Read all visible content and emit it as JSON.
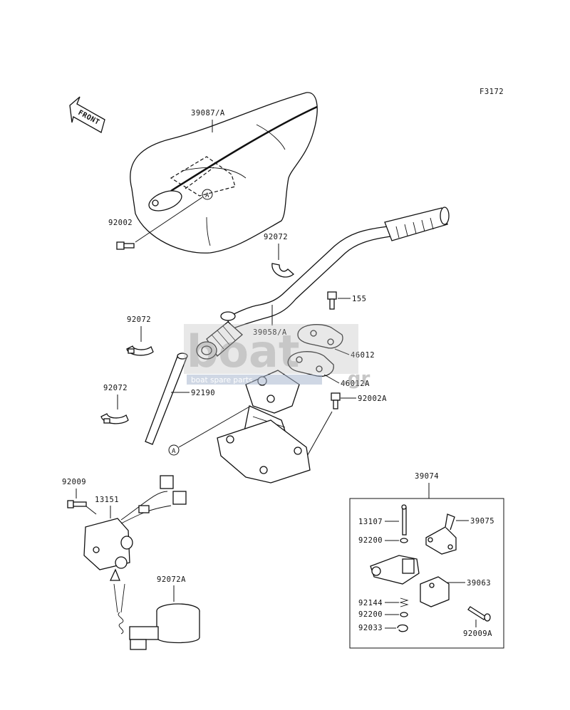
{
  "figure_code": "F3172",
  "front_label": "FRONT",
  "ref_mark": "A",
  "watermark": {
    "brand": "boat",
    "sub": "boat spare parts",
    "suffix": ".gr"
  },
  "parts": {
    "p39087A": "39087/A",
    "p92002": "92002",
    "p92072_a": "92072",
    "p92072_b": "92072",
    "p92072_c": "92072",
    "p155": "155",
    "p39058A": "39058/A",
    "p46012": "46012",
    "p46012A": "46012A",
    "p92002A": "92002A",
    "p92190": "92190",
    "p92009": "92009",
    "p13151": "13151",
    "p92072A": "92072A",
    "p39074": "39074",
    "p13107": "13107",
    "p39075": "39075",
    "p92200_a": "92200",
    "p39063": "39063",
    "p92144": "92144",
    "p92200_b": "92200",
    "p92033": "92033",
    "p92009A": "92009A"
  }
}
